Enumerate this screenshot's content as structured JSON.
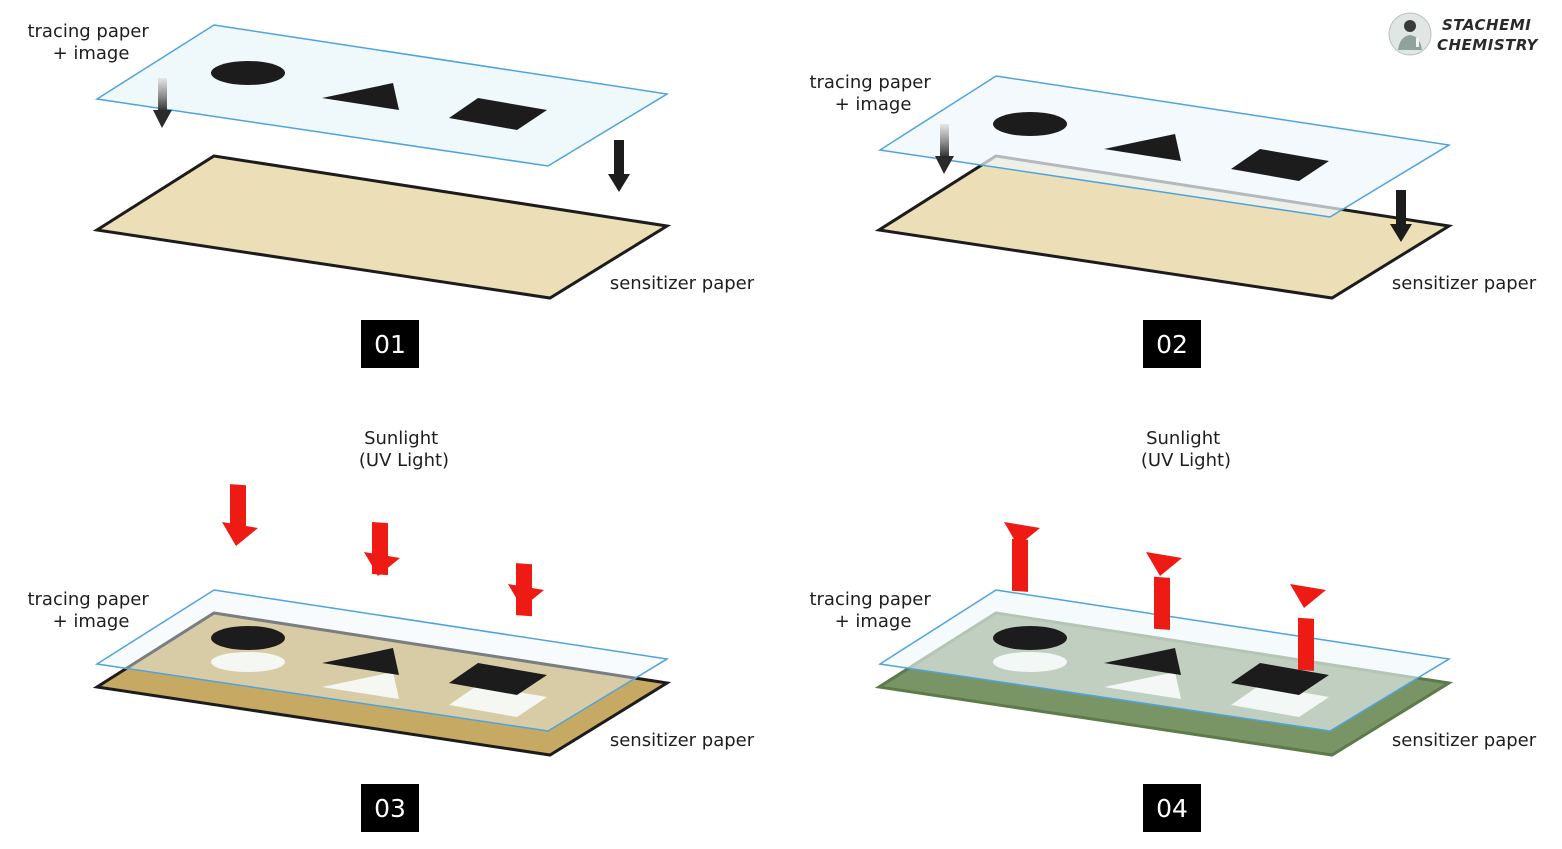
{
  "brand": {
    "line1": "STACHEMI",
    "line2": "CHEMISTRY",
    "avatar_icon": "scientist-avatar-icon"
  },
  "colors": {
    "tracing_fill": "#eef7fb",
    "tracing_border": "#4fa3dc",
    "sensitizer_unexposed": "#ecdfb7",
    "sensitizer_exposed": "#c6aa63",
    "sensitizer_developed": "#7a9565",
    "uv_arrow": "#ee1a14",
    "shape_dark": "#1c1c1c",
    "stencil_light": "#faf8ec"
  },
  "panels": [
    {
      "step": "01",
      "tracing_label": [
        "tracing paper",
        "+ image"
      ],
      "sensitizer_label": "sensitizer paper",
      "light_label": [],
      "state": "separated"
    },
    {
      "step": "02",
      "tracing_label": [
        "tracing paper",
        "+ image"
      ],
      "sensitizer_label": "sensitizer paper",
      "light_label": [],
      "state": "placing"
    },
    {
      "step": "03",
      "tracing_label": [
        "tracing paper",
        "+ image"
      ],
      "sensitizer_label": "sensitizer paper",
      "light_label": [
        "Sunlight",
        "(UV Light)"
      ],
      "state": "exposing"
    },
    {
      "step": "04",
      "tracing_label": [
        "tracing paper",
        "+ image"
      ],
      "sensitizer_label": "sensitizer paper",
      "light_label": [
        "Sunlight",
        "(UV Light)"
      ],
      "state": "developed"
    }
  ]
}
